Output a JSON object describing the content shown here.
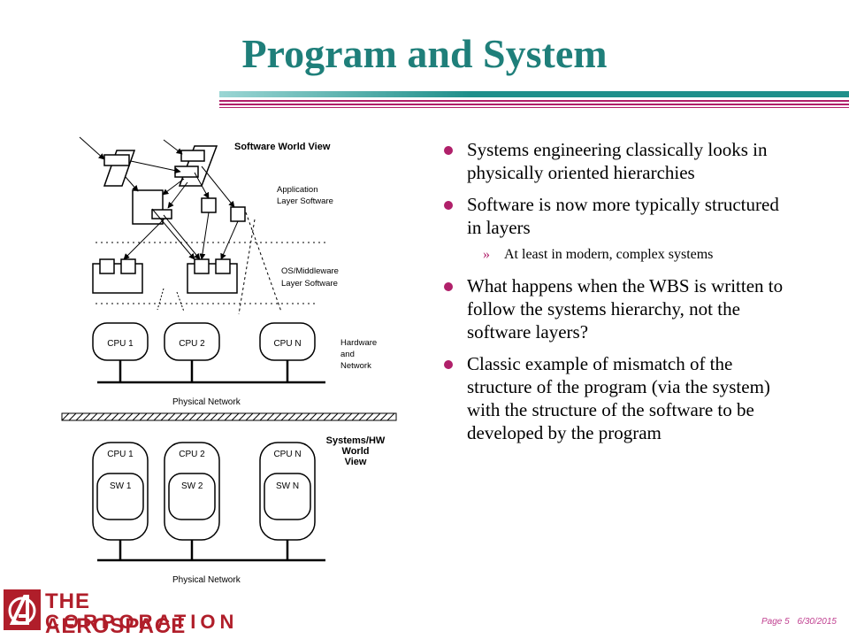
{
  "title": "Program and System",
  "diagram": {
    "labels": {
      "software_world_view": "Software World View",
      "application_layer_1": "Application",
      "application_layer_2": "Layer Software",
      "os_layer_1": "OS/Middleware",
      "os_layer_2": "Layer Software",
      "hardware_1": "Hardware",
      "hardware_2": "and",
      "hardware_3": "Network",
      "physical_network_top": "Physical Network",
      "systems_view_1": "Systems/HW",
      "systems_view_2": "World",
      "systems_view_3": "View",
      "physical_network_bottom": "Physical Network"
    },
    "cpus": [
      "CPU 1",
      "CPU 2",
      "CPU N"
    ],
    "software": [
      "SW 1",
      "SW 2",
      "SW N"
    ]
  },
  "bullets": [
    "Systems engineering classically looks in physically oriented hierarchies",
    "Software is now more typically structured in layers",
    "What happens when the WBS is written to follow the systems hierarchy, not the software layers?",
    "Classic example of mismatch of the structure of the program (via the system) with the structure of the software to be developed by the program"
  ],
  "sub_bullet": {
    "marker": "»",
    "text": "At least in modern, complex systems"
  },
  "logo": {
    "line1": "THE AEROSPACE",
    "line2": "CORPORATION",
    "mark_color": "#b01e2a"
  },
  "footer": {
    "page": "Page 5",
    "date": "6/30/2015"
  },
  "colors": {
    "title": "#1f7f7a",
    "accent": "#b0206a"
  }
}
